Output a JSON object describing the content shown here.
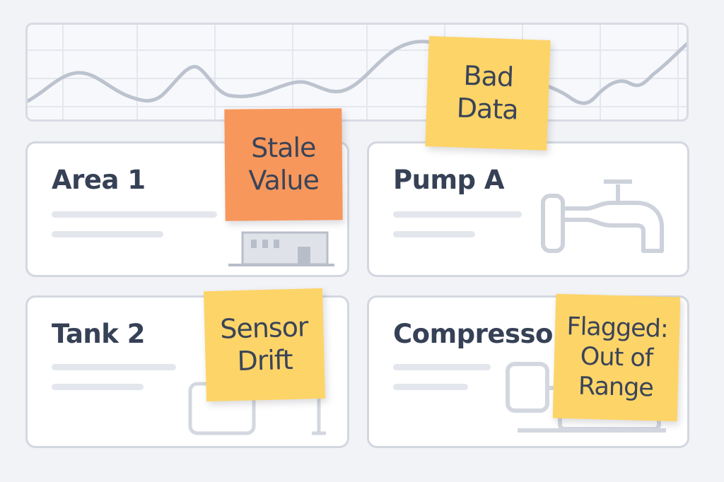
{
  "trend_chart": {
    "line_color": "#bcc3cf"
  },
  "cards": [
    {
      "title": "Area 1",
      "equipment_icon": "building-icon"
    },
    {
      "title": "Pump A",
      "equipment_icon": "pump-icon"
    },
    {
      "title": "Tank 2",
      "equipment_icon": "tank-icon"
    },
    {
      "title": "Compressor",
      "equipment_icon": "compressor-icon"
    }
  ],
  "notes": {
    "stale": {
      "text": "Stale\nValue",
      "color": "#f7975c"
    },
    "bad": {
      "text": "Bad\nData",
      "color": "#fdd468"
    },
    "drift": {
      "text": "Sensor\nDrift",
      "color": "#fdd468"
    },
    "flagged": {
      "text": "Flagged:\nOut of\nRange",
      "color": "#fdd468"
    }
  }
}
